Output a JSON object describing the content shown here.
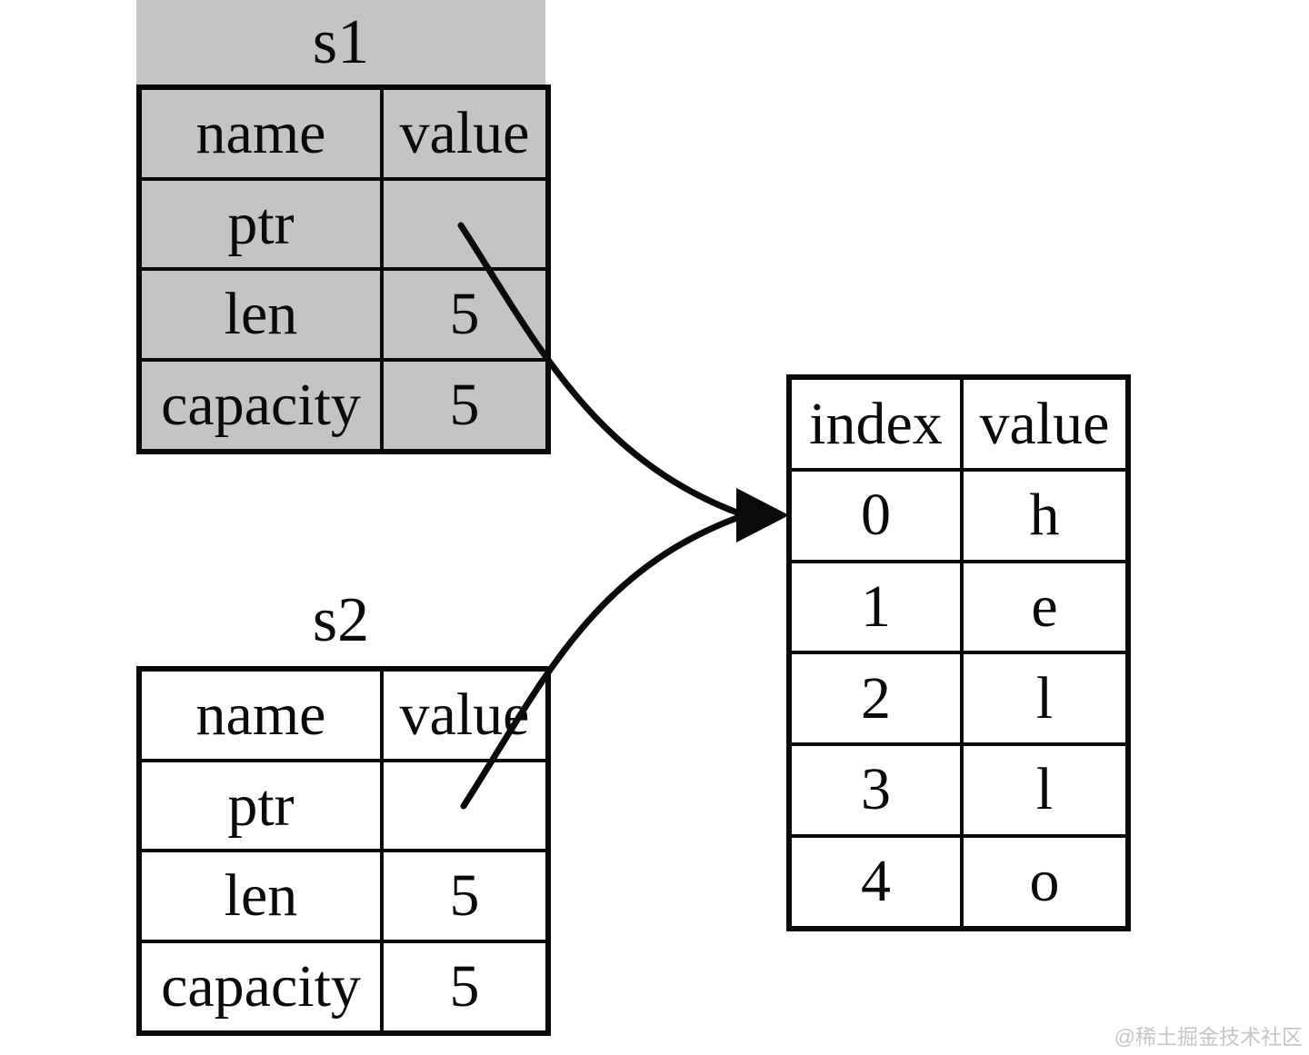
{
  "colors": {
    "table_gray": "#c4c4c4",
    "line_black": "#0a0a0a",
    "background": "#ffffff",
    "watermark_gray": "#c5c5c5"
  },
  "tables": {
    "s1": {
      "title": "s1",
      "headers": [
        "name",
        "value"
      ],
      "rows": [
        {
          "name": "ptr",
          "value": ""
        },
        {
          "name": "len",
          "value": "5"
        },
        {
          "name": "capacity",
          "value": "5"
        }
      ]
    },
    "s2": {
      "title": "s2",
      "headers": [
        "name",
        "value"
      ],
      "rows": [
        {
          "name": "ptr",
          "value": ""
        },
        {
          "name": "len",
          "value": "5"
        },
        {
          "name": "capacity",
          "value": "5"
        }
      ]
    },
    "heap": {
      "headers": [
        "index",
        "value"
      ],
      "rows": [
        {
          "index": "0",
          "value": "h"
        },
        {
          "index": "1",
          "value": "e"
        },
        {
          "index": "2",
          "value": "l"
        },
        {
          "index": "3",
          "value": "l"
        },
        {
          "index": "4",
          "value": "o"
        }
      ]
    }
  },
  "arrows": [
    {
      "from": "s1.ptr",
      "to": "heap.row-0"
    },
    {
      "from": "s2.ptr",
      "to": "heap.row-0"
    }
  ],
  "watermark": "@稀土掘金技术社区"
}
